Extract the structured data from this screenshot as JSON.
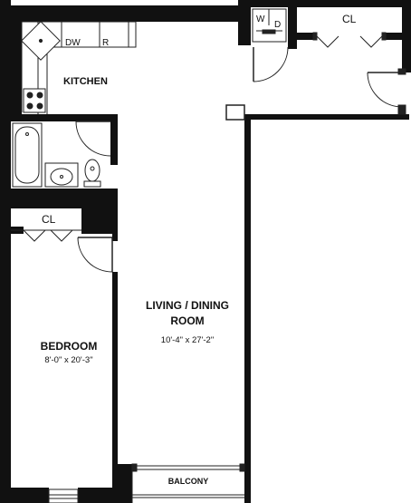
{
  "labels": {
    "kitchen": "KITCHEN",
    "dishwasher": "DW",
    "refrigerator": "R",
    "washer": "W",
    "dryer": "D",
    "closet_top": "CL",
    "closet_bedroom": "CL",
    "living_line1": "LIVING / DINING",
    "living_line2": "ROOM",
    "living_dim": "10'-4\" x 27'-2\"",
    "bedroom": "BEDROOM",
    "bedroom_dim": "8'-0\" x 20'-3\"",
    "balcony": "BALCONY"
  },
  "colors": {
    "wall": "#111111",
    "line": "#222222",
    "fixture_fill": "#ffffff"
  }
}
